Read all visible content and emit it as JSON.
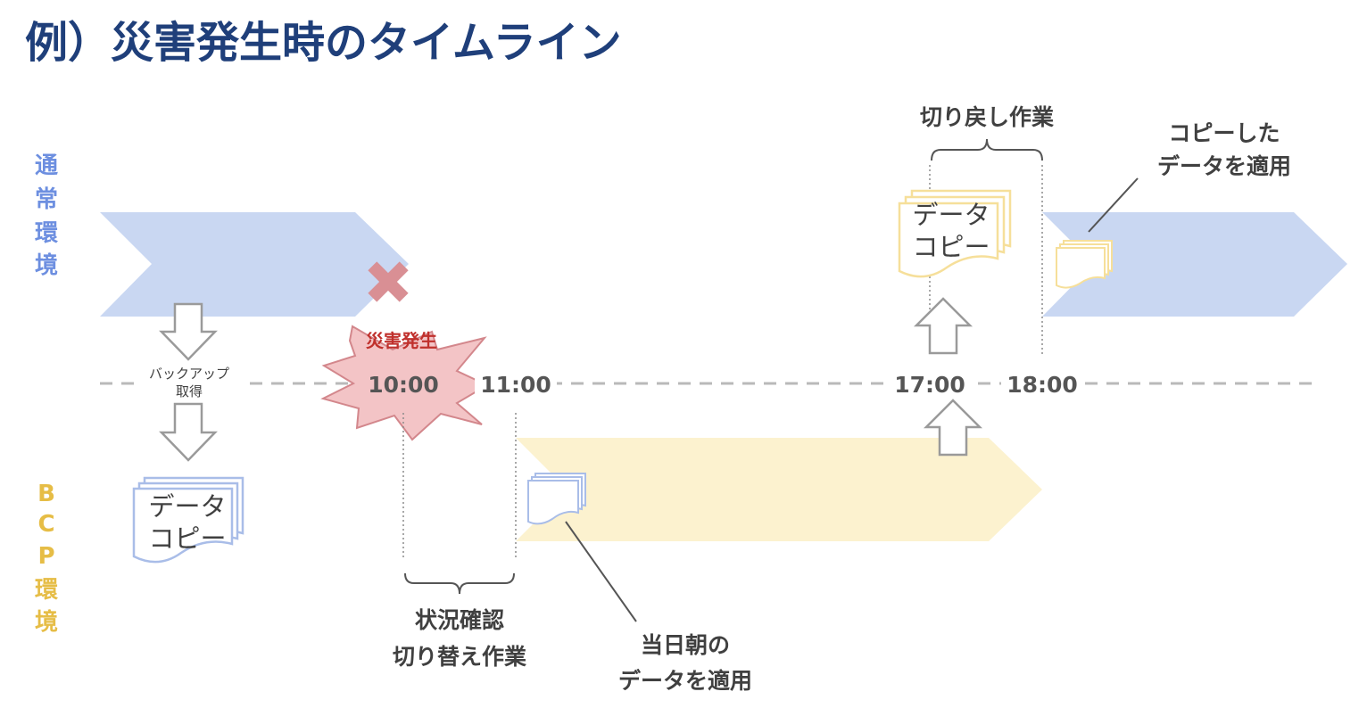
{
  "title": "例）災害発生時のタイムライン",
  "lanes": {
    "normal": [
      "通",
      "常",
      "環",
      "境"
    ],
    "bcp": [
      "B",
      "C",
      "P",
      "環",
      "境"
    ]
  },
  "times": {
    "t1000": "10:00",
    "t1100": "11:00",
    "t1700": "17:00",
    "t1800": "18:00"
  },
  "labels": {
    "backup": [
      "バックアップ",
      "取得"
    ],
    "disaster": "災害発生",
    "data_copy": [
      "データ",
      "コピー"
    ],
    "status_switch": [
      "状況確認",
      "切り替え作業"
    ],
    "morning_data": [
      "当日朝の",
      "データを適用"
    ],
    "switch_back": "切り戻し作業",
    "apply_copied": [
      "コピーした",
      "データを適用"
    ]
  },
  "colors": {
    "normal_band": "#c9d7f2",
    "bcp_band": "#fcf2cf",
    "title": "#1f3f7a",
    "normal_text": "#6d8fe0",
    "bcp_text": "#e6bd46",
    "cross": "#d98f94",
    "burst_fill": "#f3c4c6",
    "burst_stroke": "#d3878c",
    "disaster_text": "#c0302c"
  },
  "icons": [
    "down-arrow-icon",
    "up-arrow-icon",
    "cross-icon",
    "burst-icon",
    "document-stack-icon",
    "brace-icon"
  ]
}
